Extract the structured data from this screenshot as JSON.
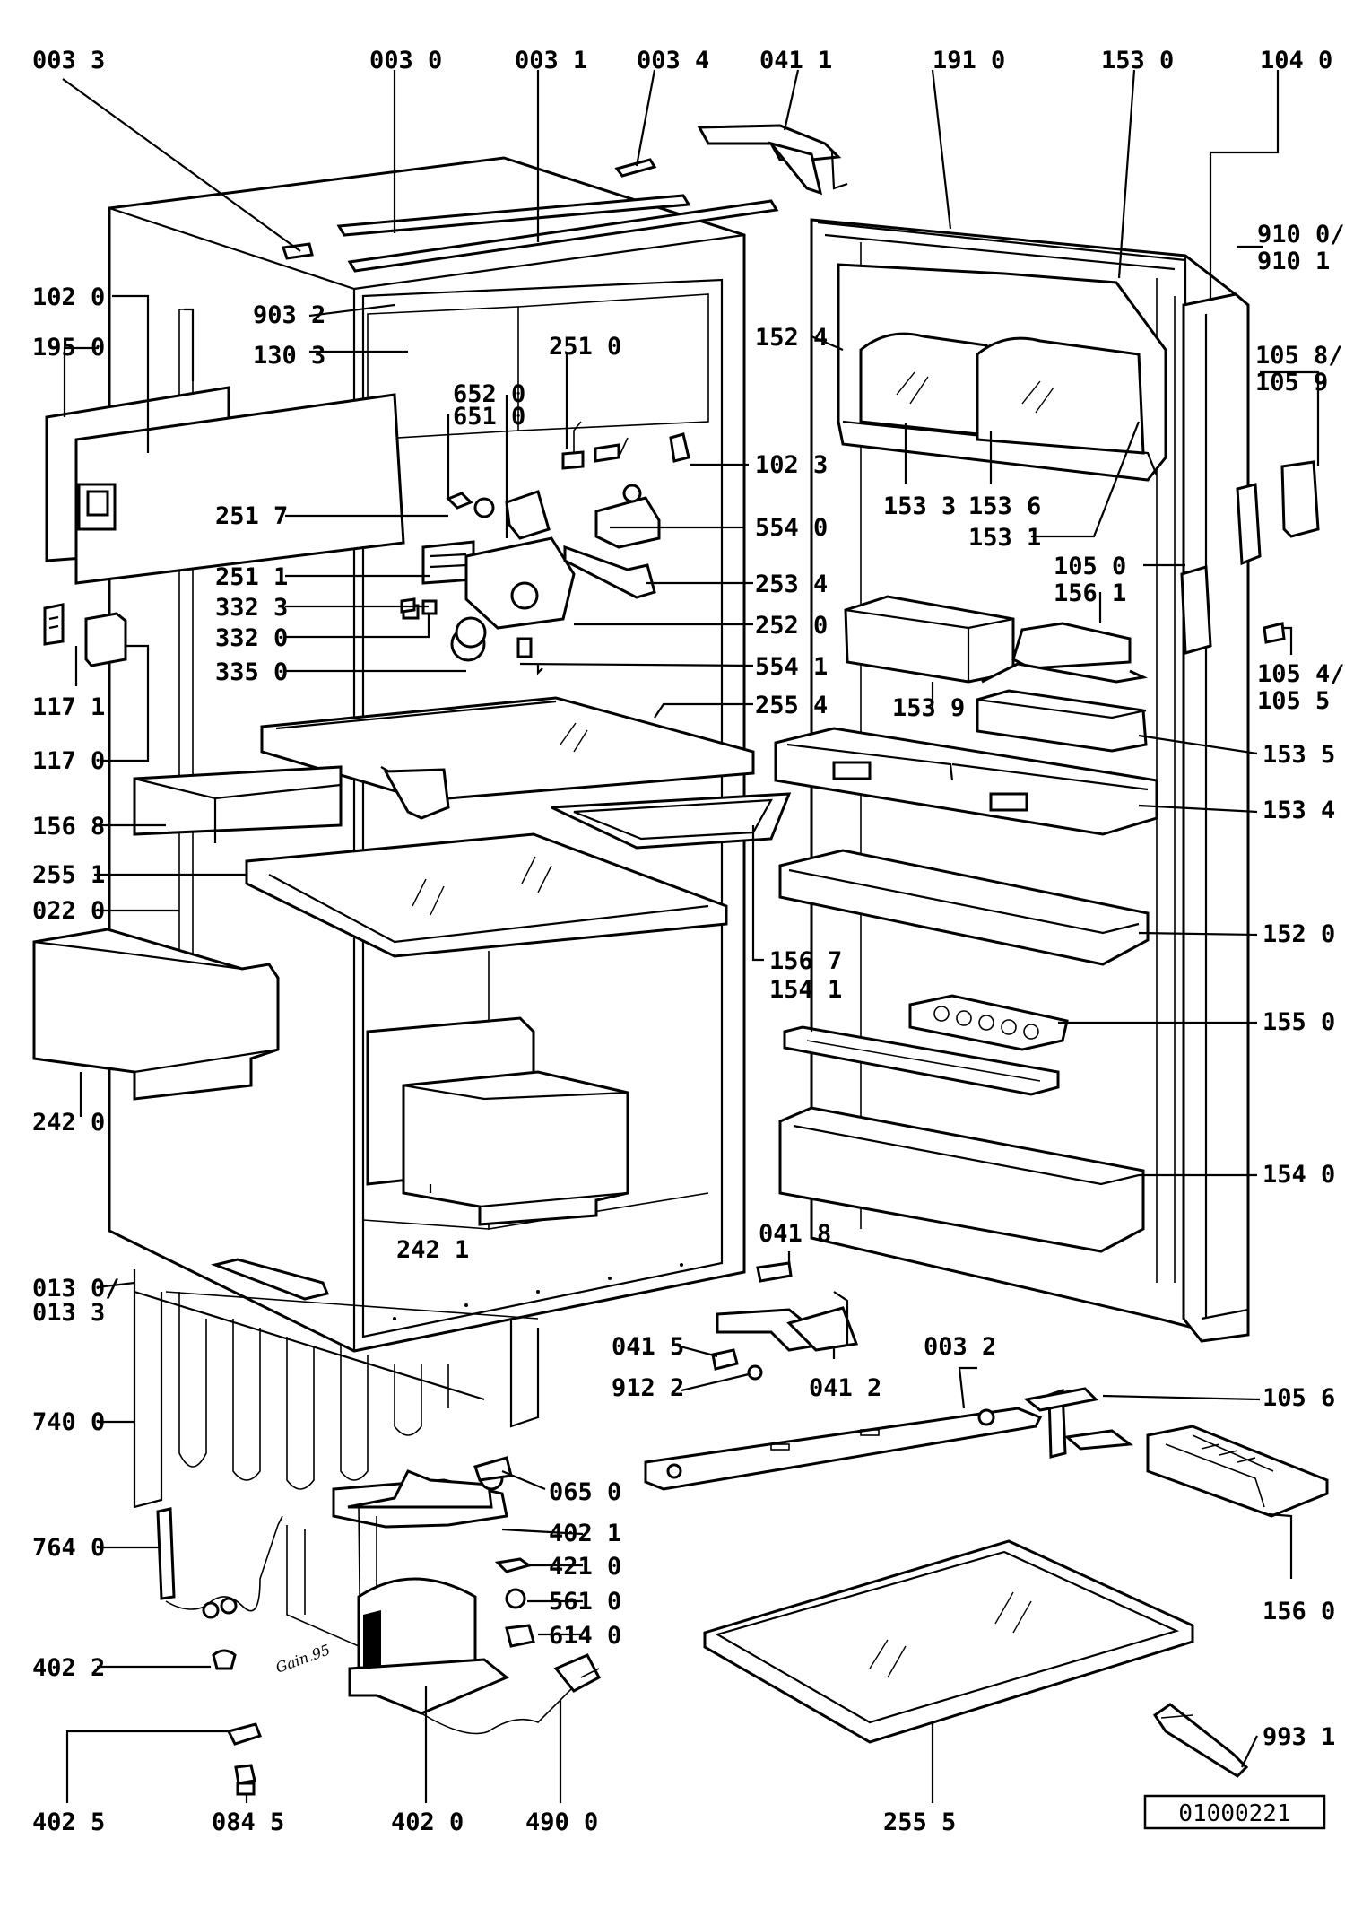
{
  "drawing_ref": "01000221",
  "handwritten_note": "Gain.95",
  "labels": {
    "l0033": "003 3",
    "l0030": "003 0",
    "l0031": "003 1",
    "l0034": "003 4",
    "l0411": "041 1",
    "l1910": "191 0",
    "l1530": "153 0",
    "l1040": "104 0",
    "l9100": "910 0/",
    "l9101": "910 1",
    "l1020": "102 0",
    "l1950": "195 0",
    "l9032": "903 2",
    "l1303": "130 3",
    "l2510": "251 0",
    "l6520": "652 0",
    "l6510": "651 0",
    "l1524": "152 4",
    "l1058": "105 8/",
    "l1059": "105 9",
    "l1023": "102 3",
    "l2517": "251 7",
    "l5540": "554 0",
    "l1533": "153 3",
    "l1536": "153 6",
    "l1531": "153 1",
    "l2511": "251 1",
    "l2534": "253 4",
    "l1050": "105 0",
    "l1561": "156 1",
    "l3323": "332 3",
    "l3320": "332 0",
    "l2520": "252 0",
    "l3350": "335 0",
    "l5541": "554 1",
    "l1054": "105 4/",
    "l1055": "105 5",
    "l1171": "117 1",
    "l2554": "255 4",
    "l1539": "153 9",
    "l1170": "117 0",
    "l1535": "153 5",
    "l1534": "153 4",
    "l1568": "156 8",
    "l2551": "255 1",
    "l0220": "022 0",
    "l1520": "152 0",
    "l1567": "156 7",
    "l1541": "154 1",
    "l1550": "155 0",
    "l2420": "242 0",
    "l1540": "154 0",
    "l2421": "242 1",
    "l0418": "041 8",
    "l0130": "013 0/",
    "l0133": "013 3",
    "l0415": "041 5",
    "l0032": "003 2",
    "l9122": "912 2",
    "l0412": "041 2",
    "l1056": "105 6",
    "l7400": "740 0",
    "l0650": "065 0",
    "l4021": "402 1",
    "l7640": "764 0",
    "l4210": "421 0",
    "l1560": "156 0",
    "l5610": "561 0",
    "l6140": "614 0",
    "l4022": "402 2",
    "l9931": "993 1",
    "l4025": "402 5",
    "l0845": "084 5",
    "l4020": "402 0",
    "l4900": "490 0",
    "l2555": "255 5"
  }
}
